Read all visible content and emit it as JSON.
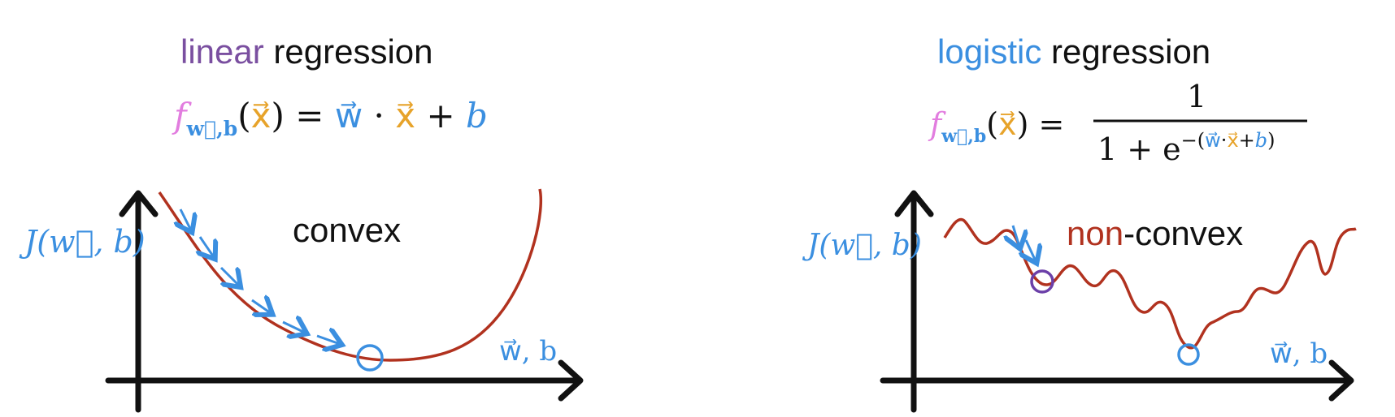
{
  "colors": {
    "purple": "#7a4fa0",
    "blue": "#3b8fe0",
    "pink": "#e27ddf",
    "orange": "#e7a32a",
    "red": "#b1321f",
    "black": "#111111"
  },
  "left": {
    "title_model": "linear",
    "title_rest": " regression",
    "eq_f": "f",
    "eq_sub": "w⃗,b",
    "eq_open": "(",
    "eq_x": "x⃗",
    "eq_close": ")",
    "eq_equals": " = ",
    "eq_w": "w⃗",
    "eq_dot": " · ",
    "eq_x2": "x⃗",
    "eq_plus": " + ",
    "eq_b": "b",
    "ylabel": "J(w⃗, b)",
    "xlabel": "w⃗, b",
    "annotation": "convex"
  },
  "right": {
    "title_model": "logistic",
    "title_rest": " regression",
    "eq_f": "f",
    "eq_sub": "w⃗,b",
    "eq_open": "(",
    "eq_x": "x⃗",
    "eq_close": ")",
    "eq_equals": " =",
    "eq_numerator": "1",
    "eq_denominator": "1 + e",
    "exp_prefix": "−(",
    "exp_w": "w⃗",
    "exp_dot": "·",
    "exp_x": "x⃗",
    "exp_plus": "+",
    "exp_b": "b",
    "exp_suffix": ")",
    "ylabel": "J(w⃗, b)",
    "xlabel": "w⃗, b",
    "annotation_non": "non",
    "annotation_rest": "-convex"
  }
}
